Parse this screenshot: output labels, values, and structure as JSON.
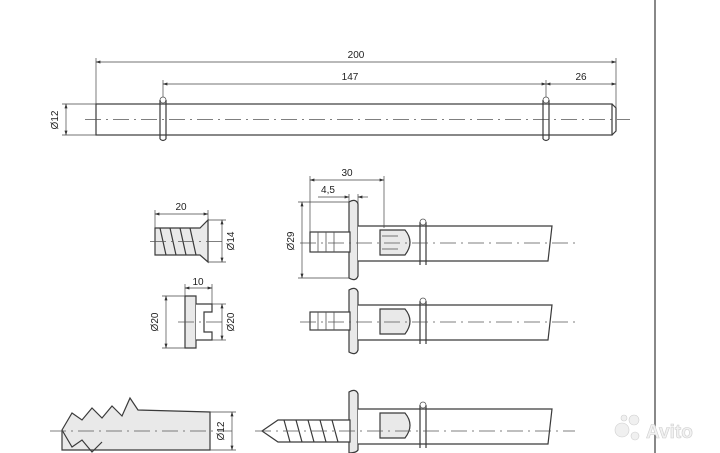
{
  "dimensions": {
    "rod_length": "200",
    "hole_spacing": "147",
    "end_offset": "26",
    "rod_diameter": "Ø12",
    "connector_width": "30",
    "flange_thickness": "4,5",
    "flange_diameter": "Ø29",
    "dowel_length": "20",
    "dowel_diameter": "Ø14",
    "sleeve_length": "10",
    "sleeve_diameter_left": "Ø20",
    "sleeve_diameter_right": "Ø20",
    "anchor_diameter": "Ø12"
  },
  "watermark": {
    "brand": "Avito"
  }
}
